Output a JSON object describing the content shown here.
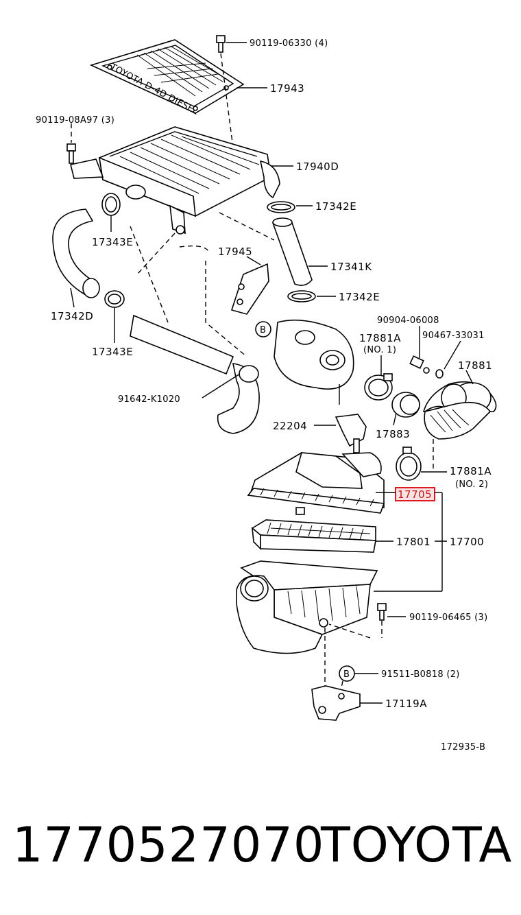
{
  "labels": {
    "bolt_top": "90119-06330 (4)",
    "cover": "17943",
    "bolt_left": "90119-08A97 (3)",
    "intercooler": "17940D",
    "clamp_right_top": "17342E",
    "clamp_left_top": "17343E",
    "bracket": "17945",
    "hose_right": "17341K",
    "clamp_right_bottom": "17342E",
    "hose_left": "17342D",
    "clamp_left_bottom": "17343E",
    "plug": "90904-06008",
    "clip": "90467-33031",
    "clamp_no1": "17881A",
    "clamp_no1_sub": "(NO. 1)",
    "hose_intake": "17881",
    "duct": "91642-K1020",
    "sensor": "22204",
    "joint": "17883",
    "clamp_no2": "17881A",
    "clamp_no2_sub": "(NO. 2)",
    "cap_highlight": "17705",
    "element": "17801",
    "assembly": "17700",
    "bolt_case": "90119-06465 (3)",
    "bolt_bracket": "91511-B0818 (2)",
    "case_bracket": "17119A",
    "ref_code": "172935-B",
    "marker_b": "B"
  },
  "cover_text": "TOYOTA D-4D DIESEL",
  "footer": {
    "part_number": "1770527070",
    "brand": "TOYOTA"
  },
  "colors": {
    "highlight_border": "#e0191f",
    "highlight_fill": "#fbe3e4",
    "line": "#000000"
  }
}
